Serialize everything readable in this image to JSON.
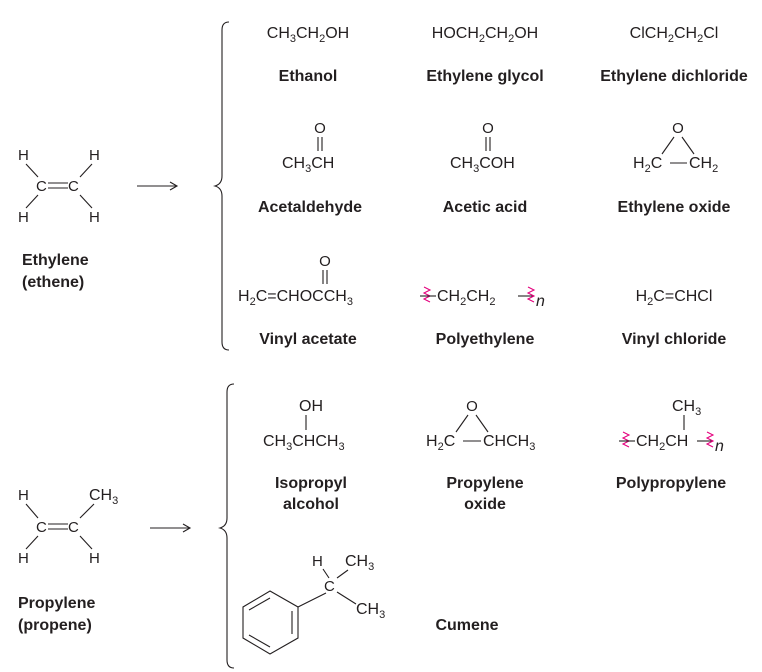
{
  "ethylene": {
    "name": "Ethylene",
    "alt": "(ethene)",
    "h": "H",
    "c": "C",
    "products": [
      {
        "id": "ethanol",
        "formula": [
          "CH",
          "3",
          "CH",
          "2",
          "OH"
        ],
        "name": "Ethanol"
      },
      {
        "id": "ethylene-glycol",
        "formula": [
          "HOCH",
          "2",
          "CH",
          "2",
          "OH"
        ],
        "name": "Ethylene glycol"
      },
      {
        "id": "ethylene-dichloride",
        "formula": [
          "ClCH",
          "2",
          "CH",
          "2",
          "Cl"
        ],
        "name": "Ethylene dichloride"
      },
      {
        "id": "acetaldehyde",
        "o": "O",
        "formula": [
          "CH",
          "3",
          "CH"
        ],
        "name": "Acetaldehyde"
      },
      {
        "id": "acetic-acid",
        "o": "O",
        "formula": [
          "CH",
          "3",
          "COH"
        ],
        "name": "Acetic acid"
      },
      {
        "id": "ethylene-oxide",
        "o": "O",
        "left": [
          "H",
          "2",
          "C"
        ],
        "right": [
          "CH",
          "2"
        ],
        "name": "Ethylene oxide"
      },
      {
        "id": "vinyl-acetate",
        "o": "O",
        "formula": [
          "H",
          "2",
          "C",
          "=",
          "CHOCCH",
          "3"
        ],
        "name": "Vinyl acetate"
      },
      {
        "id": "polyethylene",
        "formula": [
          "CH",
          "2",
          "CH",
          "2"
        ],
        "n": "n",
        "name": "Polyethylene"
      },
      {
        "id": "vinyl-chloride",
        "formula": [
          "H",
          "2",
          "C",
          "=",
          "CHCl"
        ],
        "name": "Vinyl chloride"
      }
    ]
  },
  "propylene": {
    "name": "Propylene",
    "alt": "(propene)",
    "h": "H",
    "c": "C",
    "ch3": [
      "CH",
      "3"
    ],
    "products": [
      {
        "id": "isopropyl-alcohol",
        "oh": "OH",
        "formula": [
          "CH",
          "3",
          "CHCH",
          "3"
        ],
        "name_lines": [
          "Isopropyl",
          "alcohol"
        ]
      },
      {
        "id": "propylene-oxide",
        "o": "O",
        "left": [
          "H",
          "2",
          "C"
        ],
        "right": [
          "CHCH",
          "3"
        ],
        "name_lines": [
          "Propylene",
          "oxide"
        ]
      },
      {
        "id": "polypropylene",
        "ch3": [
          "CH",
          "3"
        ],
        "formula": [
          "CH",
          "2",
          "CH"
        ],
        "n": "n",
        "name": "Polypropylene"
      },
      {
        "id": "cumene",
        "h": "H",
        "c": "C",
        "ch3": [
          "CH",
          "3"
        ],
        "name": "Cumene"
      }
    ]
  }
}
